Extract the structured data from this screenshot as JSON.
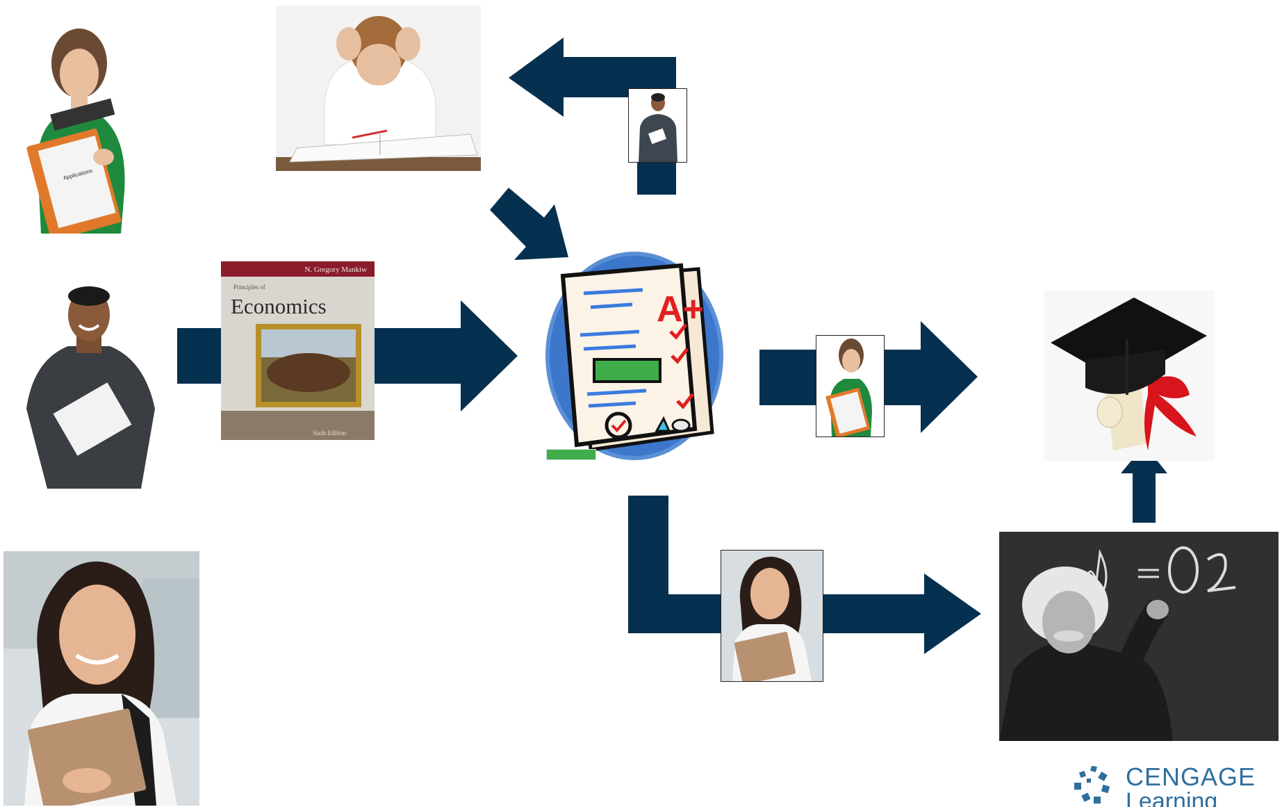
{
  "colors": {
    "arrow": "#06304f",
    "cengage_blue": "#2e6f9e",
    "grade_red": "#e02020",
    "check_red": "#e02020",
    "book_maroon": "#8a1c2b"
  },
  "book": {
    "author": "N. Gregory Mankiw",
    "subtitle": "Principles of",
    "title": "Economics",
    "edition": "Sixth Edition"
  },
  "grade": {
    "mark": "A+"
  },
  "logo": {
    "line1": "CENGAGE",
    "line2": "Learning"
  },
  "folder_label": "Applications"
}
